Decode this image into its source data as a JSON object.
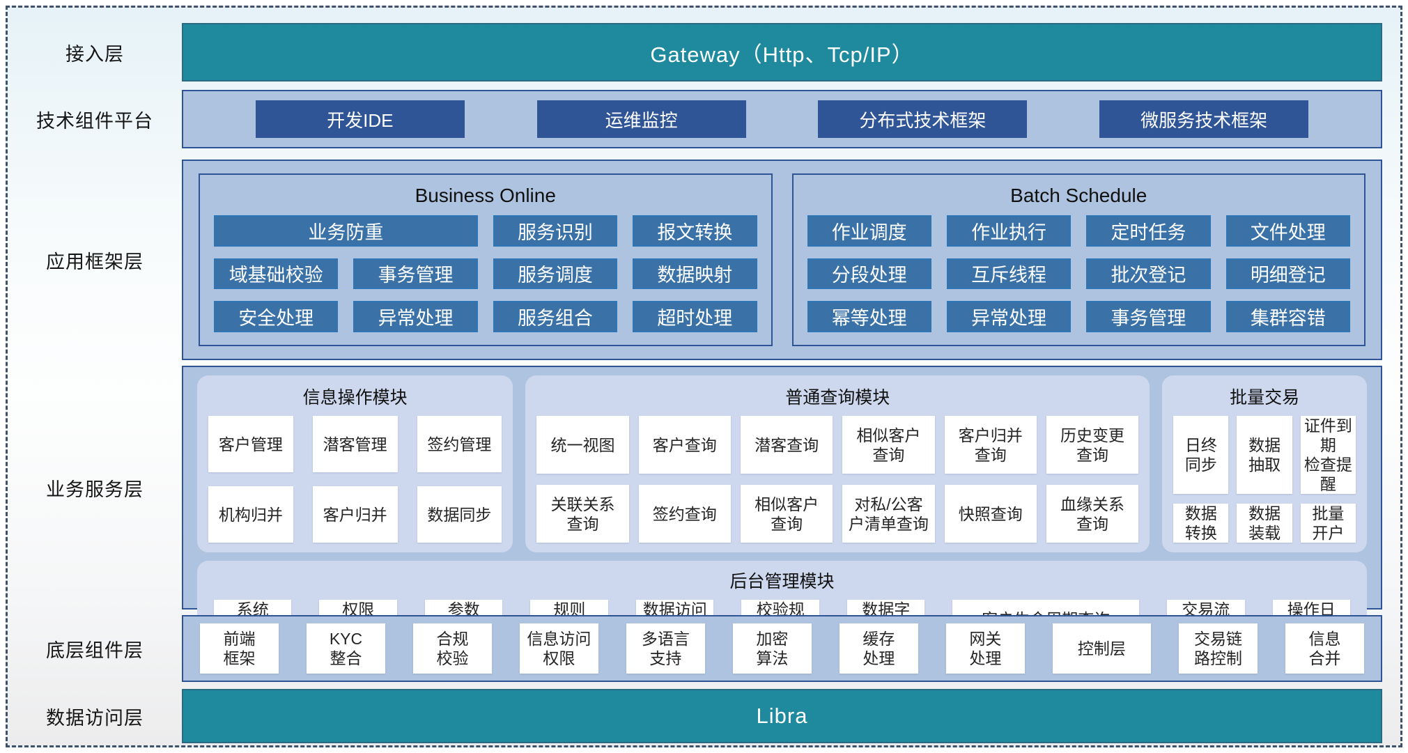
{
  "colors": {
    "teal": "#1f8a9e",
    "navy": "#2f5597",
    "mid_blue": "#3a72a8",
    "container": "#aec3e0",
    "module": "#cdd8ee"
  },
  "access": {
    "label": "接入层",
    "gateway": "Gateway（Http、Tcp/IP）"
  },
  "tech": {
    "label": "技术组件平台",
    "items": [
      "开发IDE",
      "运维监控",
      "分布式技术框架",
      "微服务技术框架"
    ]
  },
  "app": {
    "label": "应用框架层",
    "online": {
      "title": "Business Online",
      "items": [
        "业务防重",
        "服务识别",
        "报文转换",
        "域基础校验",
        "事务管理",
        "服务调度",
        "数据映射",
        "安全处理",
        "异常处理",
        "服务组合",
        "超时处理"
      ]
    },
    "batch": {
      "title": "Batch Schedule",
      "items": [
        "作业调度",
        "作业执行",
        "定时任务",
        "文件处理",
        "分段处理",
        "互斥线程",
        "批次登记",
        "明细登记",
        "幂等处理",
        "异常处理",
        "事务管理",
        "集群容错"
      ]
    }
  },
  "services": {
    "label": "业务服务层",
    "info": {
      "title": "信息操作模块",
      "items": [
        "客户管理",
        "潜客管理",
        "签约管理",
        "机构归并",
        "客户归并",
        "数据同步"
      ]
    },
    "query": {
      "title": "普通查询模块",
      "items": [
        "统一视图",
        "客户查询",
        "潜客查询",
        "相似客户\n查询",
        "客户归并\n查询",
        "历史变更\n查询",
        "关联关系\n查询",
        "签约查询",
        "相似客户\n查询",
        "对私/公客\n户清单查询",
        "快照查询",
        "血缘关系\n查询"
      ]
    },
    "batch_trade": {
      "title": "批量交易",
      "items": [
        "日终\n同步",
        "数据\n抽取",
        "证件到期\n检查提醒",
        "数据\n转换",
        "数据\n装载",
        "批量\n开户"
      ]
    },
    "admin": {
      "title": "后台管理模块",
      "items": [
        "系统\n管理",
        "权限\n管理",
        "参数\n管理",
        "规则\n配置",
        "数据访问\n控制",
        "校验规\n则管理",
        "数据字\n典管理",
        "客户生命周期查询",
        "交易流\n水查询",
        "操作日\n志查询"
      ]
    }
  },
  "base": {
    "label": "底层组件层",
    "items": [
      "前端\n框架",
      "KYC\n整合",
      "合规\n校验",
      "信息访问\n权限",
      "多语言\n支持",
      "加密\n算法",
      "缓存\n处理",
      "网关\n处理",
      "控制层",
      "交易链\n路控制",
      "信息\n合并"
    ]
  },
  "data_access": {
    "label": "数据访问层",
    "bar": "Libra"
  }
}
